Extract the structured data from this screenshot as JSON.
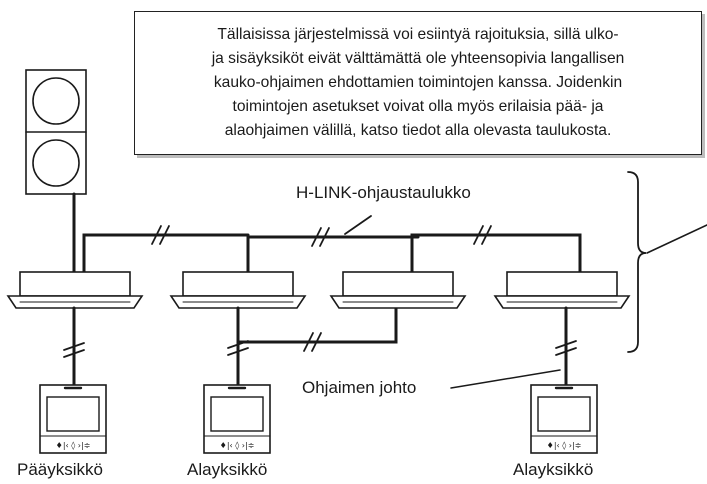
{
  "note": {
    "lines": [
      "Tällaisissa järjestelmissä voi esiintyä rajoituksia, sillä ulko-",
      "ja sisäyksiköt eivät välttämättä ole yhteensopivia langallisen",
      "kauko-ohjaimen ehdottamien toimintojen kanssa. Joidenkin",
      "toimintojen asetukset voivat olla myös erilaisia pää- ja",
      "alaohjaimen välillä, katso tiedot alla olevasta taulukosta."
    ]
  },
  "labels": {
    "hlink": "H-LINK-ohjaustaulukko",
    "controller_wire": "Ohjaimen johto",
    "main_unit": "Pääyksikkö",
    "sub_unit_1": "Alayksikkö",
    "sub_unit_2": "Alayksikkö"
  },
  "controller_buttons": "♦|‹ ◊ ›|≑"
}
